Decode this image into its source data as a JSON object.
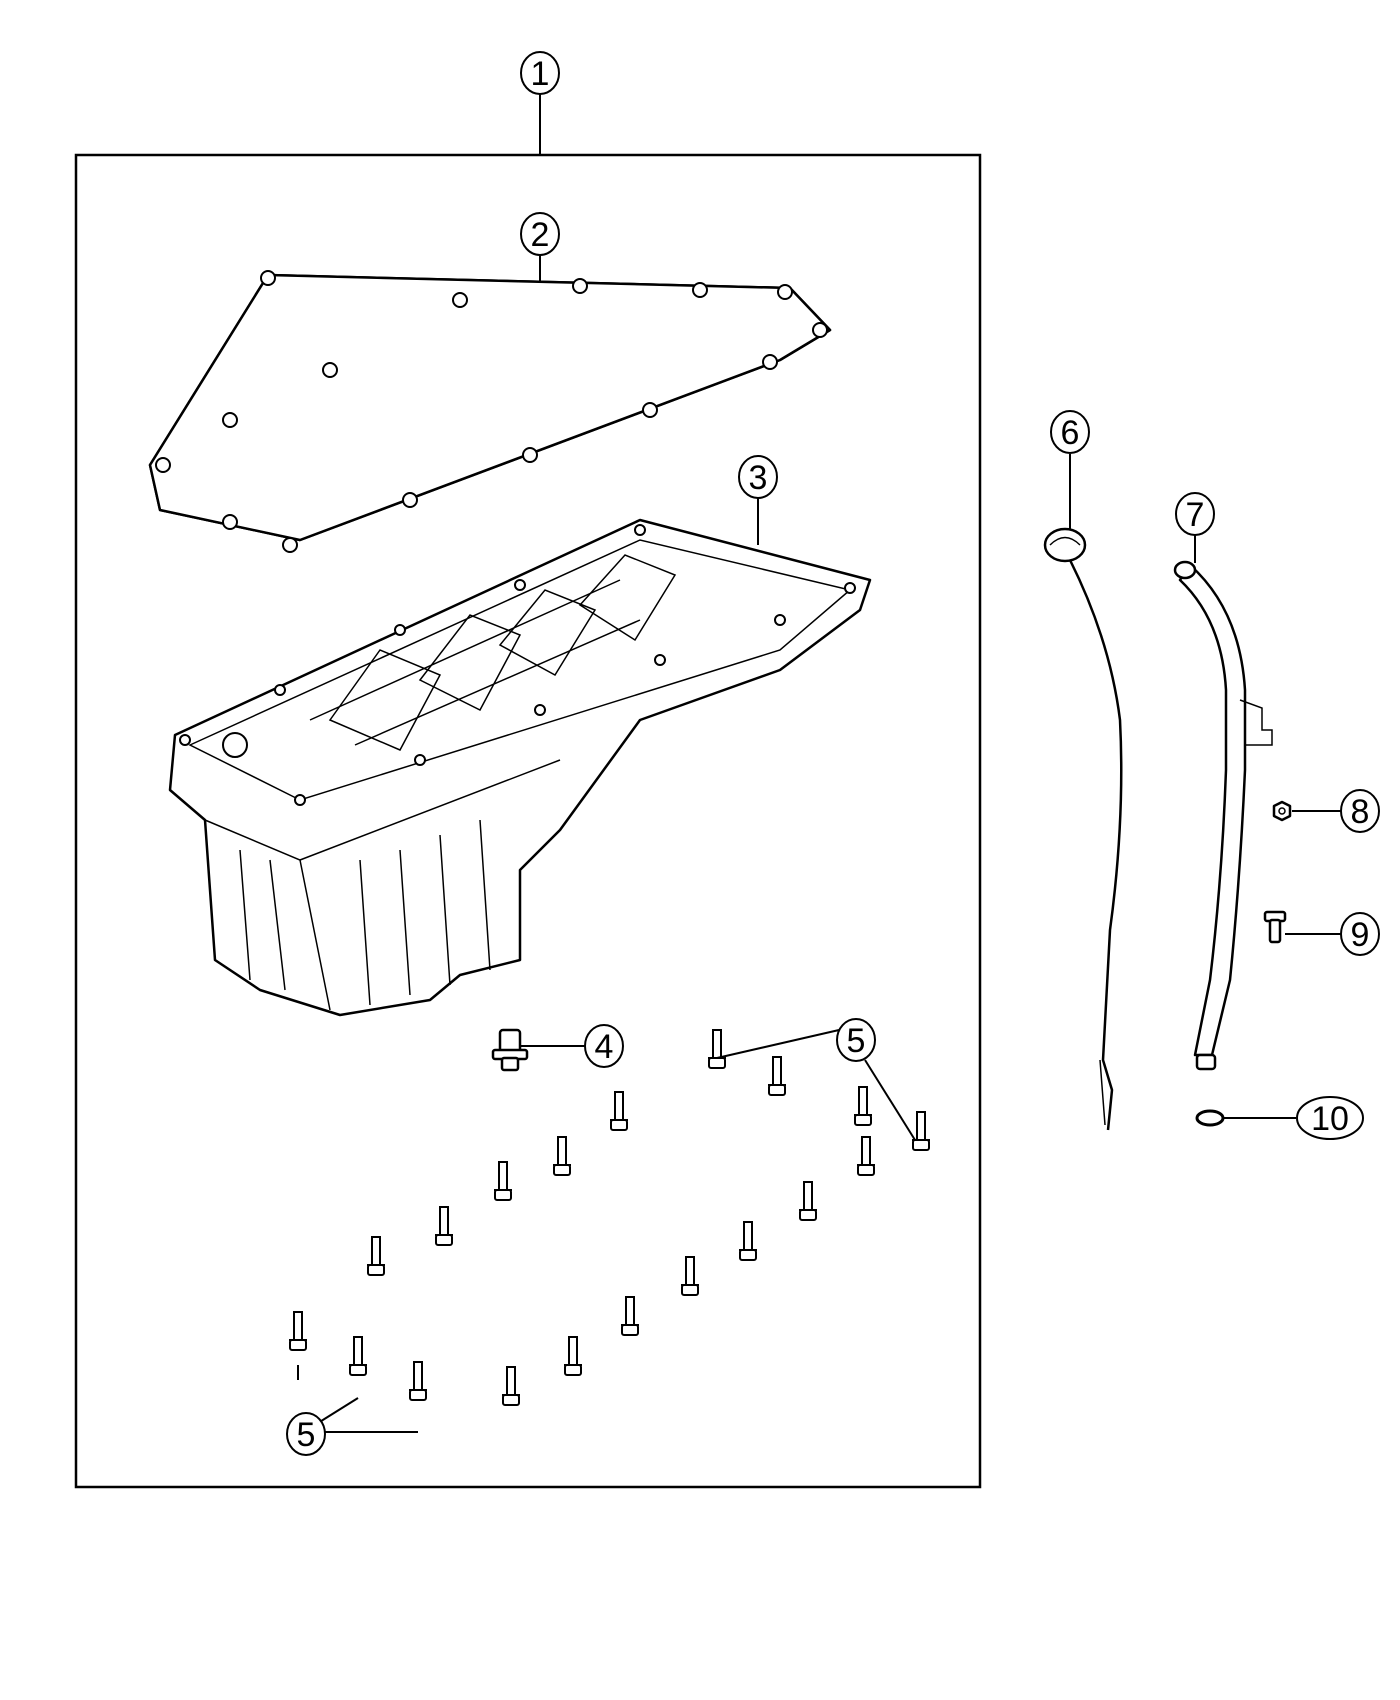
{
  "callouts": {
    "c1": "1",
    "c2": "2",
    "c3": "3",
    "c4": "4",
    "c5a": "5",
    "c5b": "5",
    "c6": "6",
    "c7": "7",
    "c8": "8",
    "c9": "9",
    "c10": "10"
  },
  "colors": {
    "ink": "#000000",
    "paper": "#ffffff"
  }
}
